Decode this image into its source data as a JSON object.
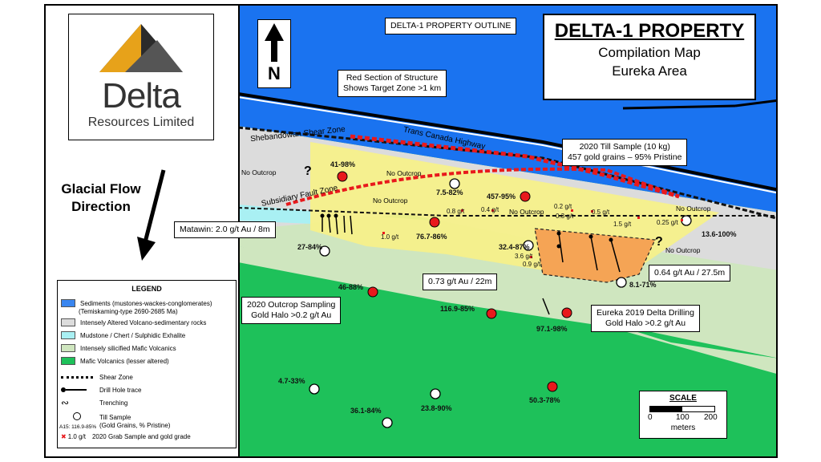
{
  "logo": {
    "brand_name": "Delta",
    "brand_sub": "Resources Limited"
  },
  "glacial_flow": {
    "line1": "Glacial Flow",
    "line2": "Direction"
  },
  "legend": {
    "title": "LEGEND",
    "items": [
      {
        "label": "Sediments (mustones-wackes-conglomerates)",
        "color": "#3a86f0"
      },
      {
        "label": "(Temiskaming-type 2690-2685 Ma)",
        "color": ""
      },
      {
        "label": "Intensely Altered Volcano-sedimentary rocks",
        "color": "#dcdcdc"
      },
      {
        "label": "Mudstone / Chert / Sulphidic Exhalite",
        "color": "#a9f0f3"
      },
      {
        "label": "Intensely silicified Mafic Volcanics",
        "color": "#cfe6bf"
      },
      {
        "label": "Mafic Volcanics (lesser altered)",
        "color": "#1ec15a"
      },
      {
        "label": "Shear Zone",
        "color": ""
      },
      {
        "label": "Drill Hole trace",
        "color": ""
      },
      {
        "label": "Trenching",
        "color": ""
      },
      {
        "label": "Till Sample",
        "color": ""
      },
      {
        "label": "(Gold Grains, % Pristine)",
        "color": ""
      },
      {
        "label": "A15: 116.9-85%",
        "color": ""
      },
      {
        "label": "1.0 g/t",
        "color": ""
      },
      {
        "label": "2020 Grab Sample and gold grade",
        "color": ""
      }
    ]
  },
  "title": {
    "main": "DELTA-1 PROPERTY",
    "sub1": "Compilation Map",
    "sub2": "Eureka Area"
  },
  "north_label": "N",
  "callouts": {
    "outline": "DELTA-1 PROPERTY OUTLINE",
    "red_section_1": "Red Section of Structure",
    "red_section_2": "Shows Target Zone >1 km",
    "till_1": "2020 Till Sample (10 kg)",
    "till_2": "457 gold grains – 95% Pristine",
    "matawin": "Matawin: 2.0 g/t Au / 8m",
    "intercept_073": "0.73 g/t Au / 22m",
    "intercept_064": "0.64 g/t Au / 27.5m",
    "outcrop_1": "2020 Outcrop Sampling",
    "outcrop_2": "Gold Halo >0.2 g/t Au",
    "drill_1": "Eureka 2019 Delta Drilling",
    "drill_2": "Gold Halo >0.2 g/t Au"
  },
  "map_labels": {
    "shear_zone": "Shebandowan Shear Zone",
    "highway": "Trans Canada Highway",
    "fault_zone": "Subsidiary Fault Zone",
    "no_outcrop": "No Outcrop",
    "question": "?"
  },
  "till_samples": {
    "s1": "41-98%",
    "s2": "7.5-82%",
    "s3": "457-95%",
    "s4": "76.7-86%",
    "s5": "32.4-87%",
    "s6": "27-84%",
    "s7": "13.6-100%",
    "s8": "8.1-71%",
    "s9": "46-88%",
    "s10": "116.9-85%",
    "s11": "97.1-98%",
    "s12": "4.7-33%",
    "s13": "36.1-84%",
    "s14": "23.8-90%",
    "s15": "50.3-78%"
  },
  "grab_samples": {
    "g1": "0.8 g/t",
    "g2": "0.4 g/t",
    "g3": "0.2 g/t",
    "g4": "0.3 g/t",
    "g5": "0.5 g/t",
    "g6": "1.5 g/t",
    "g7": "0.25 g/t",
    "g8": "1.0 g/t",
    "g9": "3.6 g/t",
    "g10": "0.9 g/t"
  },
  "scale": {
    "title": "SCALE",
    "t0": "0",
    "t1": "100",
    "t2": "200",
    "unit": "meters"
  },
  "colors": {
    "sediment": "#1a73f0",
    "altered": "#dcdcdc",
    "exhalite": "#a9f0f3",
    "silicified": "#cfe6bf",
    "mafic": "#1ec15a",
    "halo": "#f5f08a",
    "drill_halo": "#f5a455",
    "red": "#e8191c"
  }
}
